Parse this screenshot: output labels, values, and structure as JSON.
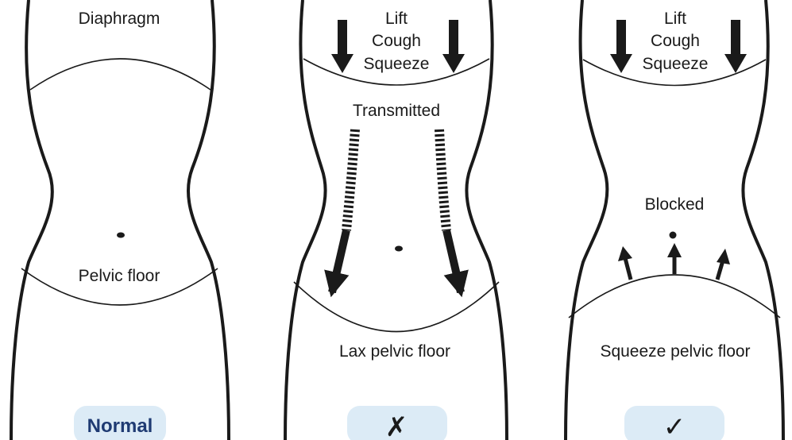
{
  "panels": [
    {
      "id": "normal",
      "labels": {
        "top": "Diaphragm",
        "bottom": "Pelvic floor"
      },
      "badge": "Normal"
    },
    {
      "id": "lax",
      "labels": {
        "action_line1": "Lift",
        "action_line2": "Cough",
        "action_line3": "Squeeze",
        "middle": "Transmitted",
        "bottom": "Lax pelvic floor"
      },
      "badge": "✗"
    },
    {
      "id": "squeeze",
      "labels": {
        "action_line1": "Lift",
        "action_line2": "Cough",
        "action_line3": "Squeeze",
        "middle": "Blocked",
        "bottom": "Squeeze pelvic floor"
      },
      "badge": "✓"
    }
  ],
  "colors": {
    "outline": "#1a1a1a",
    "badge_fill": "#dcebf6",
    "badge_text": "#1f3b73"
  },
  "icons": [
    "down-arrow-icon",
    "dashed-arrow-icon",
    "up-arrow-icon",
    "navel-dot-icon",
    "cross-mark-icon",
    "check-mark-icon"
  ]
}
